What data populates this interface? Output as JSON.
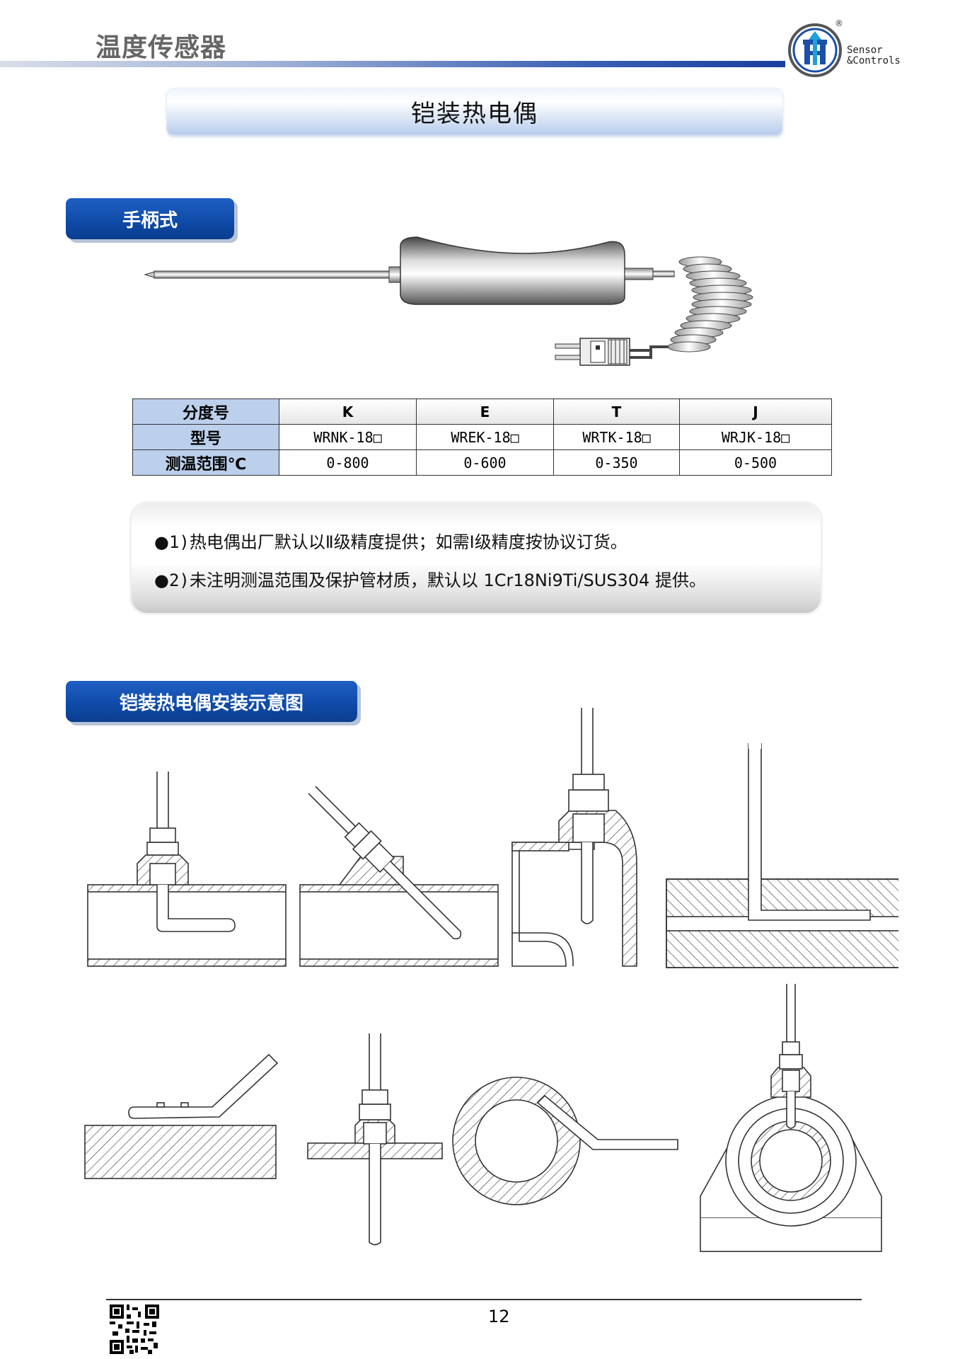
{
  "header": {
    "title": "温度传感器",
    "logo_text_line1": "Sensor",
    "logo_text_line2": "&Controls",
    "logo_reg": "®"
  },
  "banner": {
    "title": "铠装热电偶"
  },
  "section1": {
    "label": "手柄式"
  },
  "table": {
    "row_headers": [
      "分度号",
      "型号",
      "测温范围℃"
    ],
    "columns": [
      {
        "grade": "K",
        "model": "WRNK-18□",
        "range": "0-800"
      },
      {
        "grade": "E",
        "model": "WREK-18□",
        "range": "0-600"
      },
      {
        "grade": "T",
        "model": "WRTK-18□",
        "range": "0-350"
      },
      {
        "grade": "J",
        "model": "WRJK-18□",
        "range": "0-500"
      }
    ]
  },
  "notes": [
    {
      "bullet": "●",
      "number": "1)",
      "text": "热电偶出厂默认以Ⅱ级精度提供；如需Ⅰ级精度按协议订货。"
    },
    {
      "bullet": "●",
      "number": "2)",
      "text": "未注明测温范围及保护管材质，默认以 1Cr18Ni9Ti/SUS304 提供。"
    }
  ],
  "section2": {
    "label": "铠装热电偶安装示意图"
  },
  "footer": {
    "page_number": "12"
  }
}
